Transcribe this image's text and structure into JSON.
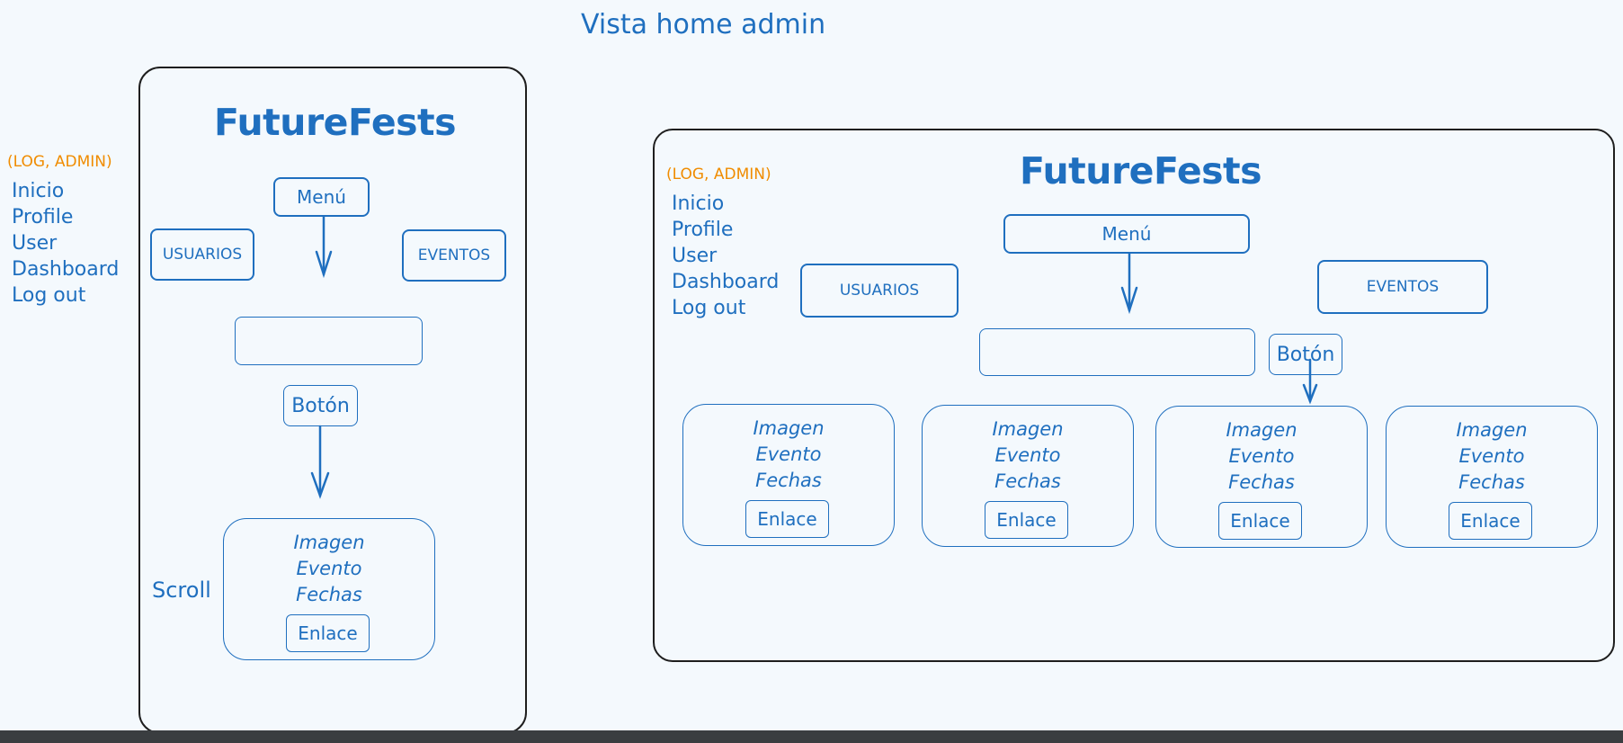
{
  "page_title": "Vista home admin",
  "colors": {
    "ink": "#1f6fbf",
    "accent": "#f08c00",
    "frame": "#1e1e1e",
    "background": "#f4f9fd"
  },
  "mobile": {
    "login_label": "(LOG, ADMIN)",
    "nav": [
      "Inicio",
      "Profile",
      "User",
      "Dashboard",
      "Log out"
    ],
    "brand": "FutureFests",
    "menu_label": "Menú",
    "usuarios_label": "USUARIOS",
    "eventos_label": "EVENTOS",
    "boton_label": "Botón",
    "scroll_label": "Scroll",
    "card": {
      "line1": "Imagen",
      "line2": "Evento",
      "line3": "Fechas",
      "link": "Enlace"
    }
  },
  "desktop": {
    "login_label": "(LOG, ADMIN)",
    "nav": [
      "Inicio",
      "Profile",
      "User",
      "Dashboard",
      "Log out"
    ],
    "brand": "FutureFests",
    "menu_label": "Menú",
    "usuarios_label": "USUARIOS",
    "eventos_label": "EVENTOS",
    "boton_label": "Botón",
    "cards": [
      {
        "line1": "Imagen",
        "line2": "Evento",
        "line3": "Fechas",
        "link": "Enlace"
      },
      {
        "line1": "Imagen",
        "line2": "Evento",
        "line3": "Fechas",
        "link": "Enlace"
      },
      {
        "line1": "Imagen",
        "line2": "Evento",
        "line3": "Fechas",
        "link": "Enlace"
      },
      {
        "line1": "Imagen",
        "line2": "Evento",
        "line3": "Fechas",
        "link": "Enlace"
      }
    ]
  }
}
